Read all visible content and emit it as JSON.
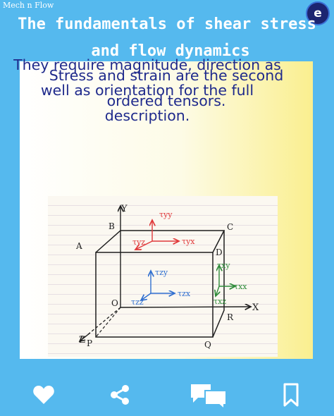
{
  "brand": {
    "label": "Mech n Flow",
    "logo_letter": "e",
    "logo_icon": "mech-n-flow-logo"
  },
  "title": {
    "line1": "The fundamentals of shear stress",
    "line2": "and flow dynamics"
  },
  "body": {
    "sentence1": [
      "Stress and strain are the second",
      "ordered tensors."
    ],
    "sentence2": [
      "They require magnitude, direction as",
      "well as orientation for the full",
      "description."
    ]
  },
  "diagram": {
    "axes": {
      "y": "Y",
      "x": "X",
      "z": "Z"
    },
    "vertices": {
      "a": "A",
      "b": "B",
      "c": "C",
      "d": "D",
      "o": "O",
      "r": "R",
      "p": "P",
      "q": "Q"
    },
    "stress_labels": {
      "tyy": "τyy",
      "tyz": "τyz",
      "tyx": "τyx",
      "tzy": "τzy",
      "tzz": "τzz",
      "tzx": "τzx",
      "txy": "τxy",
      "txx": "τxx",
      "txz": "τxz"
    },
    "colors": {
      "red": "#e0393a",
      "blue": "#2f6fd0",
      "green": "#2e8b3a",
      "ink": "#1e1e1e"
    }
  },
  "toolbar": {
    "icons": [
      "heart-icon",
      "share-icon",
      "comment-icon",
      "bookmark-icon"
    ]
  },
  "colors": {
    "background": "#55b9ee",
    "title_text": "#ffffff",
    "body_text": "#1f2a8c",
    "card_left": "#ffffff",
    "card_right": "#faef8f"
  }
}
